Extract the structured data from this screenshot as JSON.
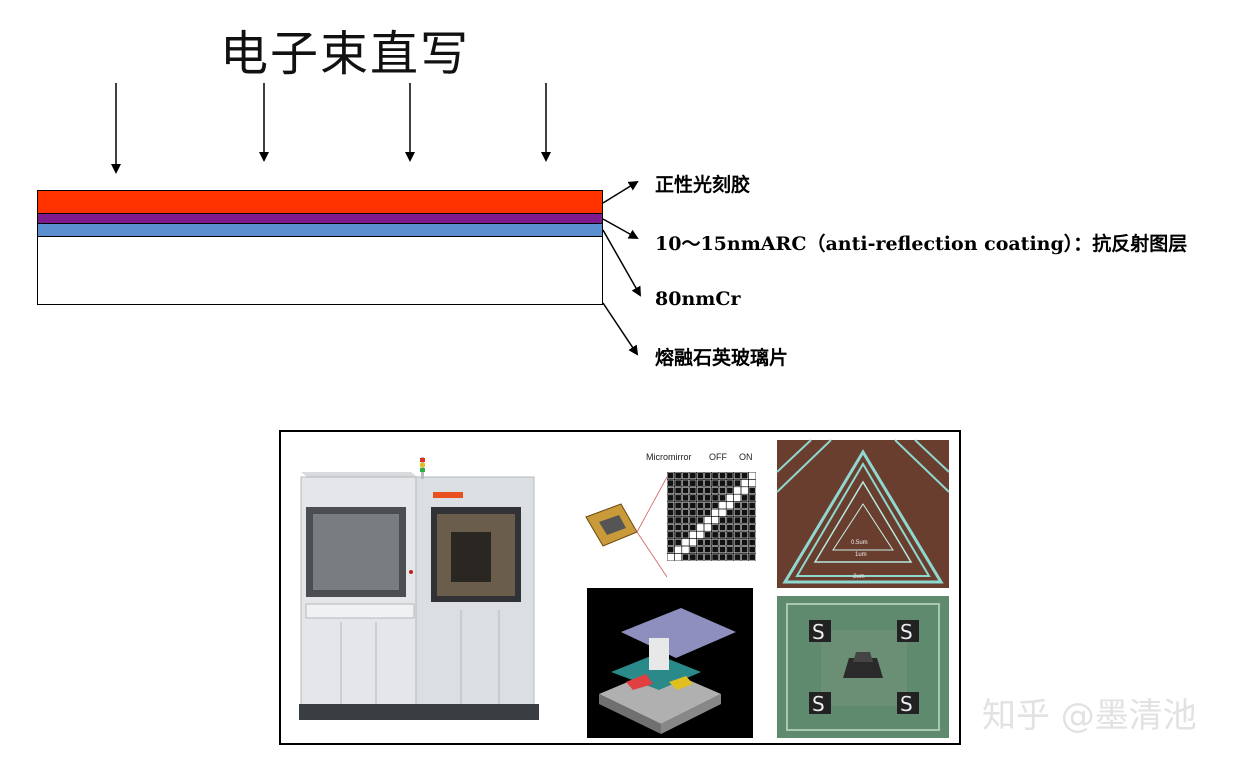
{
  "diagram": {
    "title": "电子束直写",
    "layers": [
      {
        "label": "正性光刻胶",
        "color": "#ff3300"
      },
      {
        "label": "10～15nmARC（anti-reflection coating）：抗反射图层",
        "color": "#7f1a8c"
      },
      {
        "label": "80nmCr",
        "color": "#5b8fd0"
      },
      {
        "label": "熔融石英玻璃片",
        "color": "#ffffff"
      }
    ]
  },
  "photos": {
    "dmd_labels": {
      "micromirror": "Micromirror",
      "off": "OFF",
      "on": "ON"
    },
    "triangle_labels": {
      "inner": "0.5um",
      "middle": "1um",
      "outer": "2um"
    }
  },
  "watermark": "知乎 @墨清池"
}
